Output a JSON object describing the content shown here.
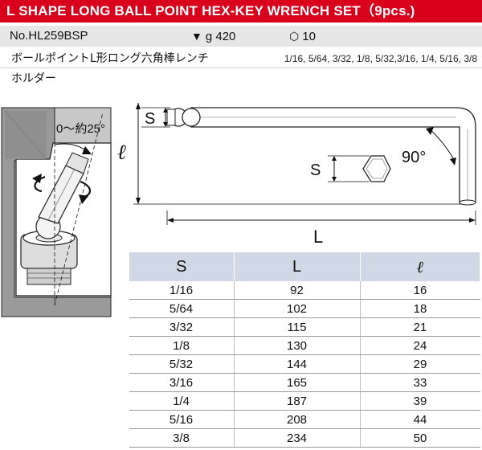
{
  "header": {
    "title": "L SHAPE LONG BALL POINT HEX-KEY WRENCH SET（9pcs.)"
  },
  "info": {
    "model": "No.HL259BSP",
    "weight_icon": "weight-triangle-icon",
    "weight": "g 420",
    "qty_icon": "box-icon",
    "qty": "10"
  },
  "product": {
    "name_jp": "ボールポイントL形ロング六角棒レンチ",
    "sizes": "1/16, 5/64, 3/32, 1/8, 5/32,3/16, 1/4, 5/16, 3/8",
    "holder_jp": "ホルダー"
  },
  "diagram": {
    "angle_label": "0〜約25°",
    "s_label": "S",
    "ell_label": "ℓ",
    "right_angle_label": "90°",
    "l_label": "L"
  },
  "table": {
    "headers": [
      "S",
      "L",
      "ℓ"
    ],
    "rows": [
      [
        "1/16",
        "92",
        "16"
      ],
      [
        "5/64",
        "102",
        "18"
      ],
      [
        "3/32",
        "115",
        "21"
      ],
      [
        "1/8",
        "130",
        "24"
      ],
      [
        "5/32",
        "144",
        "29"
      ],
      [
        "3/16",
        "165",
        "33"
      ],
      [
        "1/4",
        "187",
        "39"
      ],
      [
        "5/16",
        "208",
        "44"
      ],
      [
        "3/8",
        "234",
        "50"
      ]
    ]
  }
}
